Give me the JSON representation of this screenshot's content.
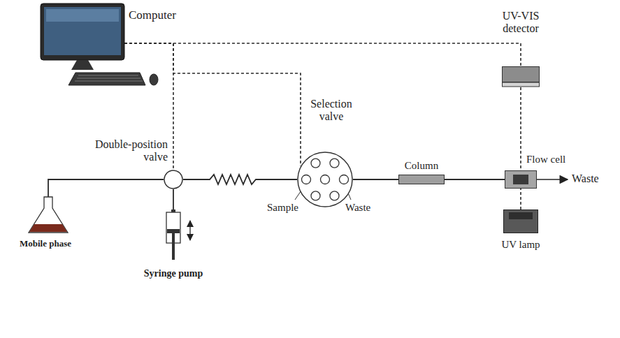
{
  "diagram": {
    "nodes": [
      {
        "text": [
          "Computer"
        ]
      },
      {
        "text": [
          "UV-VIS detector"
        ]
      },
      {
        "text": [
          "Selection valve"
        ]
      },
      {
        "text": [
          "Double-position valve"
        ]
      },
      {
        "text": [
          "Flow cell"
        ]
      },
      {
        "text": [
          "Column"
        ]
      },
      {
        "text": [
          "Mobile phase"
        ]
      },
      {
        "text": [
          "UV lamp"
        ]
      },
      {
        "text": [
          "Syringe pump"
        ]
      }
    ],
    "edges": [
      {
        "from": 6,
        "to": 3,
        "arrow": "none"
      },
      {
        "from": 8,
        "to": 3,
        "arrow": "none"
      },
      {
        "from": 3,
        "to": 2,
        "arrow": "none"
      },
      {
        "from": 2,
        "to": 5,
        "arrow": "none"
      },
      {
        "from": 5,
        "to": 4,
        "arrow": "none"
      },
      {
        "from": 0,
        "to": 1,
        "arrow": "none"
      },
      {
        "from": 0,
        "to": 3,
        "arrow": "none"
      },
      {
        "from": 0,
        "to": 2,
        "arrow": "none"
      },
      {
        "from": 1,
        "to": 4,
        "arrow": "none"
      },
      {
        "from": 7,
        "to": 4,
        "arrow": "none"
      }
    ],
    "labels": [
      "Sample",
      "Waste",
      "Waste"
    ]
  }
}
